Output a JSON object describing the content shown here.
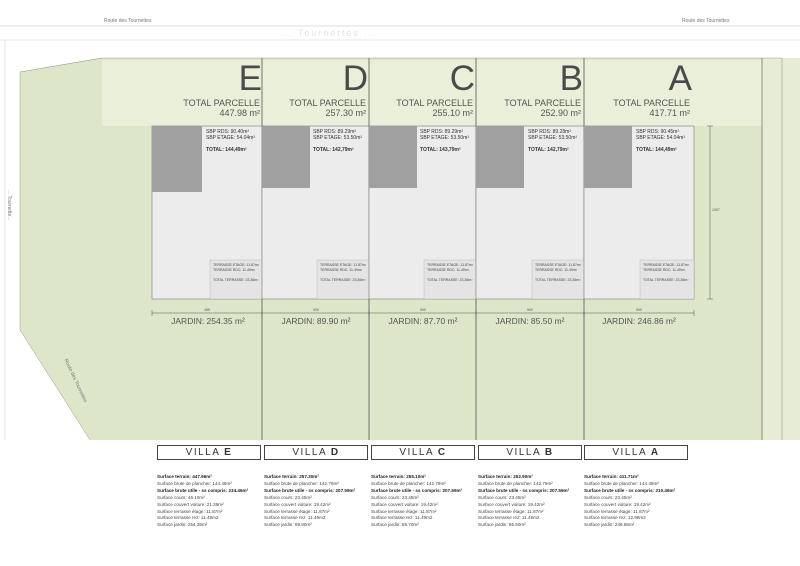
{
  "roads": {
    "top_left": "Route des Tournettes",
    "top_right": "Route des Tournettes",
    "left_a": "... Tournette...",
    "left_b": "Route des Tournettes",
    "faded_title": "... Tournettes ..."
  },
  "colors": {
    "plot_green": "#dde6c8",
    "light_green": "#e9efd9",
    "garden_green": "#d6e2c0",
    "building": "#ececec",
    "footprint_grey": "#a0a0a0",
    "line": "#555555"
  },
  "lots": [
    {
      "letter": "E",
      "total_label": "TOTAL PARCELLE",
      "total_value": "447.98 m²",
      "sbp_rds_label": "SBP RDS:",
      "sbp_rds": "90.40m²",
      "sbp_etage_label": "SBP ETAGE:",
      "sbp_etage": "54.04m²",
      "total_lbl": "TOTAL:",
      "total": "144,49m²",
      "terrasse_etage": "TERRASSE ETAGE: 11.87m²",
      "terrasse_rdc": "TERRASSE RDC: 11.49m²",
      "total_terrasse": "TOTAL TERRASSE: 23,36m²",
      "jardin": "JARDIN: 254.35 m²"
    },
    {
      "letter": "D",
      "total_label": "TOTAL PARCELLE",
      "total_value": "257.30 m²",
      "sbp_rds_label": "SBP RDS:",
      "sbp_rds": "89.29m²",
      "sbp_etage_label": "SBP ETAGE:",
      "sbp_etage": "53.50m²",
      "total_lbl": "TOTAL:",
      "total": "142,79m²",
      "terrasse_etage": "TERRASSE ETAGE: 11.87m²",
      "terrasse_rdc": "TERRASSE RDC: 11.49m²",
      "total_terrasse": "TOTAL TERRASSE: 23,36m²",
      "jardin": "JARDIN: 89.90 m²"
    },
    {
      "letter": "C",
      "total_label": "TOTAL PARCELLE",
      "total_value": "255.10 m²",
      "sbp_rds_label": "SBP RDS:",
      "sbp_rds": "89.29m²",
      "sbp_etage_label": "SBP ETAGE:",
      "sbp_etage": "53.50m²",
      "total_lbl": "TOTAL:",
      "total": "143,79m²",
      "terrasse_etage": "TERRASSE ETAGE: 11.87m²",
      "terrasse_rdc": "TERRASSE RDC: 11.49m²",
      "total_terrasse": "TOTAL TERRASSE: 23,36m²",
      "jardin": "JARDIN: 87.70 m²"
    },
    {
      "letter": "B",
      "total_label": "TOTAL PARCELLE",
      "total_value": "252.90 m²",
      "sbp_rds_label": "SBP RDS:",
      "sbp_rds": "89.28m²",
      "sbp_etage_label": "SBP ETAGE:",
      "sbp_etage": "53.50m²",
      "total_lbl": "TOTAL:",
      "total": "142,79m²",
      "terrasse_etage": "TERRASSE ETAGE: 11.87m²",
      "terrasse_rdc": "TERRASSE RDC: 11.49m²",
      "total_terrasse": "TOTAL TERRASSE: 23,36m²",
      "jardin": "JARDIN: 85.50 m²"
    },
    {
      "letter": "A",
      "total_label": "TOTAL PARCELLE",
      "total_value": "417.71 m²",
      "sbp_rds_label": "SBP RDS:",
      "sbp_rds": "90.45m²",
      "sbp_etage_label": "SBP ETAGE:",
      "sbp_etage": "54.04m²",
      "total_lbl": "TOTAL:",
      "total": "144,49m²",
      "terrasse_etage": "TERRASSE ETAGE: 11.87m²",
      "terrasse_rdc": "TERRASSE RDC: 11.49m²",
      "total_terrasse": "TOTAL TERRASSE: 23,36m²",
      "jardin": "JARDIN: 246.86 m²"
    }
  ],
  "villas": [
    {
      "prefix": "VILLA",
      "letter": "E",
      "terrain": "Surface terrain: 447.96m²",
      "plancher": "Surface brute de plancher: 144.49m²",
      "utile": "Surface brute utile - ss compris: 234.46m²",
      "cours": "Surface cours: 46.10m²",
      "couvert": "Surface couvert voiture: 21.39m²",
      "etage": "Surface terrasse étage: 11.87m²",
      "rez": "Surface terrasse rez: 11.49m2",
      "jardin": "Surface jardin: 254.35m²"
    },
    {
      "prefix": "VILLA",
      "letter": "D",
      "terrain": "Surface terrain: 257.30m²",
      "plancher": "Surface brute de plancher: 142.79m²",
      "utile": "Surface brute utile - ss compris: 207.59m²",
      "cours": "Surface cours: 23.45m²",
      "couvert": "Surface couvert voiture: 19.42m²",
      "etage": "Surface terrasse étage: 11.87m²",
      "rez": "Surface terrasse rez: 11.49m2",
      "jardin": "Surface jardin: 89.90m²"
    },
    {
      "prefix": "VILLA",
      "letter": "C",
      "terrain": "Surface terrain: 255.10m²",
      "plancher": "Surface brute de plancher: 142.79m²",
      "utile": "Surface brute utile - ss compris: 207.59m²",
      "cours": "Surface cours: 23.45m²",
      "couvert": "Surface couvert voiture: 19.42m²",
      "etage": "Surface terrasse étage: 11.87m²",
      "rez": "Surface terrasse rez: 11.49m2",
      "jardin": "Surface jardin: 89.70m²"
    },
    {
      "prefix": "VILLA",
      "letter": "B",
      "terrain": "Surface terrain: 252.90m²",
      "plancher": "Surface brute de plancher: 142.79m²",
      "utile": "Surface brute utile - ss compris: 207.59m²",
      "cours": "Surface cours: 23.45m²",
      "couvert": "Surface couvert voiture: 19.42m²",
      "etage": "Surface terrasse étage: 11.87m²",
      "rez": "Surface terrasse rez: 11.49m2",
      "jardin": "Surface jardin: 85.50m²"
    },
    {
      "prefix": "VILLA",
      "letter": "A",
      "terrain": "Surface terrain: 411.71m²",
      "plancher": "Surface brute de plancher: 144.49m²",
      "utile": "Surface brute utile - ss compris: 210.46m²",
      "cours": "Surface cours: 23.45m²",
      "couvert": "Surface couvert voiture: 19.42m²",
      "etage": "Surface terrasse étage: 11.87m²",
      "rez": "Surface terrasse rez: 12.98m2",
      "jardin": "Surface jardin: 246.86m²"
    }
  ],
  "dims": {
    "bottom_1": "455",
    "bottom_2": "900",
    "bottom_3": "900",
    "bottom_4": "900",
    "bottom_5": "900",
    "right": "1097"
  }
}
